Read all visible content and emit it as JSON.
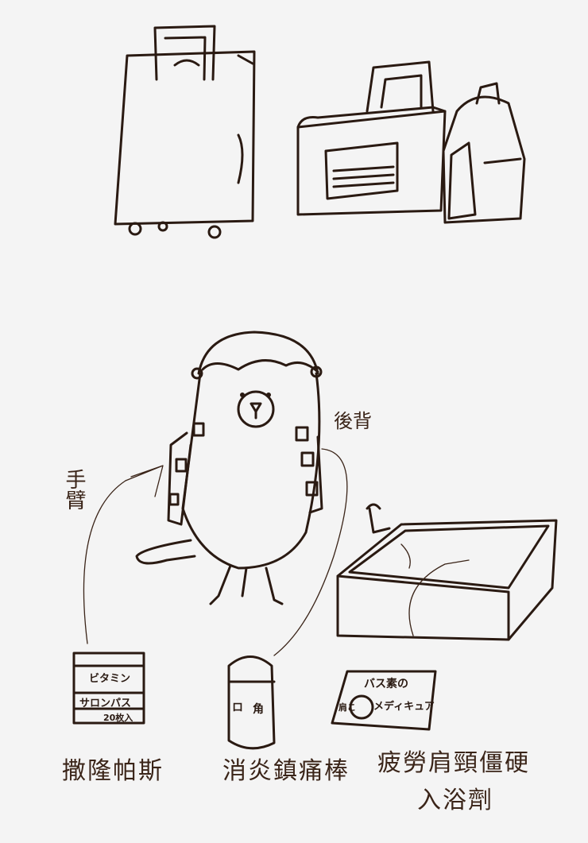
{
  "annotations": {
    "arm": "手臂",
    "back": "後背"
  },
  "items": [
    {
      "caption": "撒隆帕斯",
      "package_lines": [
        "ビタミン",
        "サロンパス",
        "20枚入"
      ]
    },
    {
      "caption": "消炎鎮痛棒",
      "package_lines": [
        "ロ",
        "角"
      ]
    },
    {
      "caption_lines": [
        "疲勞肩頸僵硬",
        "入浴劑"
      ],
      "package_lines": [
        "バス素の",
        "メディキュア",
        "肩こ"
      ]
    }
  ],
  "colors": {
    "ink": "#2a1a12",
    "paper": "#f4f4f4",
    "text": "#3a2418"
  }
}
